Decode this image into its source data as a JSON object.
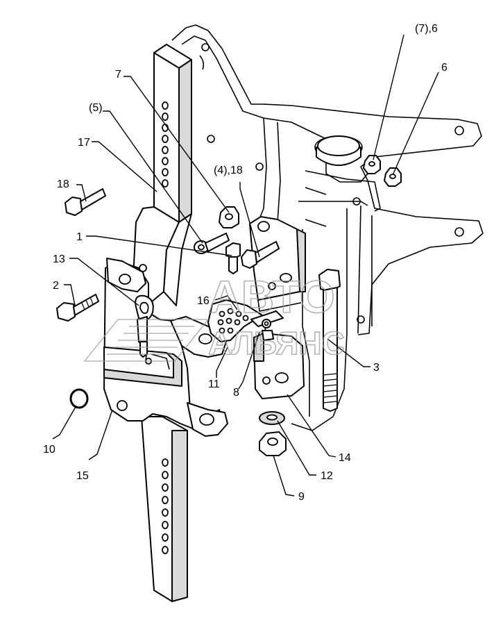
{
  "watermark": {
    "line1": "АВТО",
    "line2": "АЛЬЯНС"
  },
  "callouts": [
    {
      "id": "c-7-6",
      "text": "(7),6"
    },
    {
      "id": "c-6",
      "text": "6"
    },
    {
      "id": "c-7",
      "text": "7"
    },
    {
      "id": "c-5",
      "text": "(5)"
    },
    {
      "id": "c-17",
      "text": "17"
    },
    {
      "id": "c-4-18",
      "text": "(4),18"
    },
    {
      "id": "c-18",
      "text": "18"
    },
    {
      "id": "c-1",
      "text": "1"
    },
    {
      "id": "c-13",
      "text": "13"
    },
    {
      "id": "c-2",
      "text": "2"
    },
    {
      "id": "c-16",
      "text": "16"
    },
    {
      "id": "c-3",
      "text": "3"
    },
    {
      "id": "c-11",
      "text": "11"
    },
    {
      "id": "c-8",
      "text": "8"
    },
    {
      "id": "c-10",
      "text": "10"
    },
    {
      "id": "c-15",
      "text": "15"
    },
    {
      "id": "c-14",
      "text": "14"
    },
    {
      "id": "c-12",
      "text": "12"
    },
    {
      "id": "c-9",
      "text": "9"
    }
  ]
}
